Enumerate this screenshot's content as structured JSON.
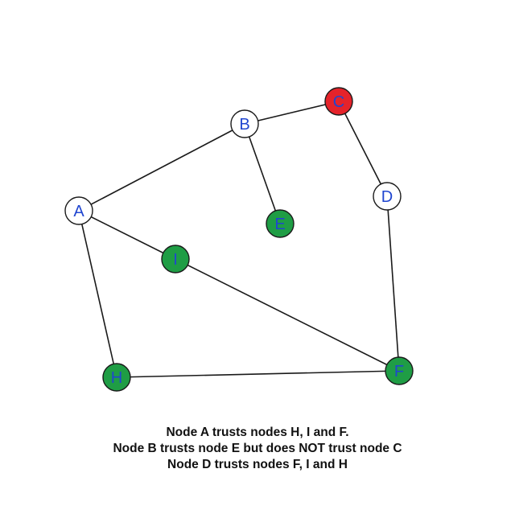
{
  "graph": {
    "nodes": [
      {
        "id": "A",
        "label": "A",
        "color": "#ffffff"
      },
      {
        "id": "B",
        "label": "B",
        "color": "#ffffff"
      },
      {
        "id": "C",
        "label": "C",
        "color": "#e5232a"
      },
      {
        "id": "D",
        "label": "D",
        "color": "#ffffff"
      },
      {
        "id": "E",
        "label": "E",
        "color": "#1f9d45"
      },
      {
        "id": "F",
        "label": "F",
        "color": "#1f9d45"
      },
      {
        "id": "H",
        "label": "H",
        "color": "#1f9d45"
      },
      {
        "id": "I",
        "label": "I",
        "color": "#1f9d45"
      }
    ],
    "edges": [
      [
        "A",
        "B"
      ],
      [
        "B",
        "C"
      ],
      [
        "B",
        "E"
      ],
      [
        "C",
        "D"
      ],
      [
        "D",
        "F"
      ],
      [
        "A",
        "I"
      ],
      [
        "I",
        "F"
      ],
      [
        "A",
        "H"
      ],
      [
        "H",
        "F"
      ]
    ]
  },
  "caption": {
    "line1": "Node A trusts nodes H, I and F.",
    "line2": "Node B trusts node E but does NOT trust node C",
    "line3": "Node D trusts nodes F, I and H"
  }
}
